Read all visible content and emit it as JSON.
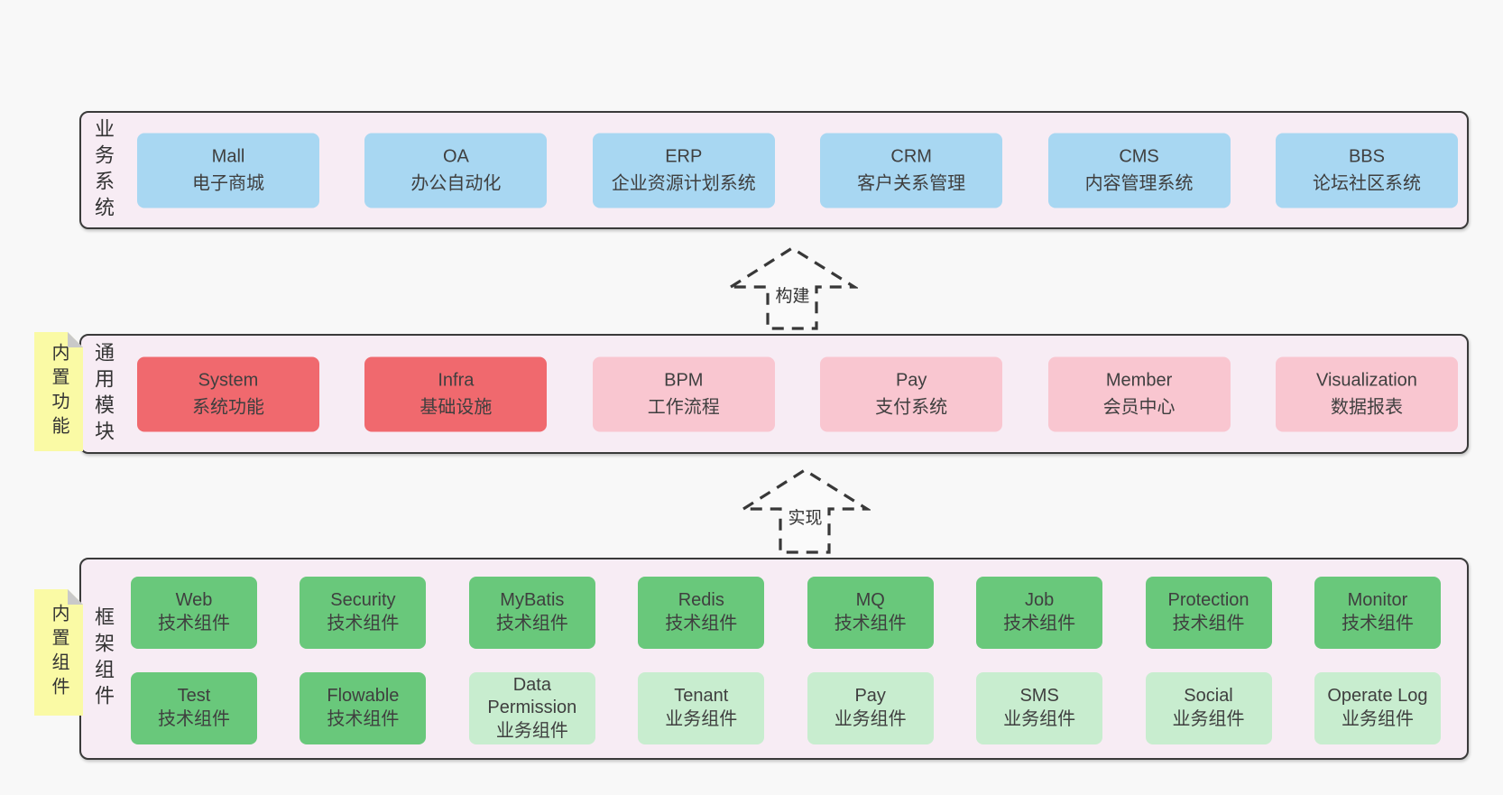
{
  "colors": {
    "page_bg": "#f8f8f8",
    "band_bg": "#f7ecf4",
    "band_border": "#3a3a3a",
    "box_text": "#3f3f3f",
    "blue": "#a8d7f2",
    "red": "#f0696e",
    "pink": "#f9c6d0",
    "green": "#69c87b",
    "green_light": "#c8edcf",
    "sticky_yellow": "#fafaa5",
    "sticky_fold": "#c9c9c9"
  },
  "arrows": [
    {
      "label": "构建"
    },
    {
      "label": "实现"
    }
  ],
  "bands": [
    {
      "label": "业务系统",
      "boxes": [
        {
          "title": "Mall",
          "subtitle": "电子商城",
          "color": "blue"
        },
        {
          "title": "OA",
          "subtitle": "办公自动化",
          "color": "blue"
        },
        {
          "title": "ERP",
          "subtitle": "企业资源计划系统",
          "color": "blue"
        },
        {
          "title": "CRM",
          "subtitle": "客户关系管理",
          "color": "blue"
        },
        {
          "title": "CMS",
          "subtitle": "内容管理系统",
          "color": "blue"
        },
        {
          "title": "BBS",
          "subtitle": "论坛社区系统",
          "color": "blue"
        }
      ]
    },
    {
      "label": "通用模块",
      "sticky": "内置功能",
      "boxes": [
        {
          "title": "System",
          "subtitle": "系统功能",
          "color": "red"
        },
        {
          "title": "Infra",
          "subtitle": "基础设施",
          "color": "red"
        },
        {
          "title": "BPM",
          "subtitle": "工作流程",
          "color": "pink"
        },
        {
          "title": "Pay",
          "subtitle": "支付系统",
          "color": "pink"
        },
        {
          "title": "Member",
          "subtitle": "会员中心",
          "color": "pink"
        },
        {
          "title": "Visualization",
          "subtitle": "数据报表",
          "color": "pink"
        }
      ]
    },
    {
      "label": "框架组件",
      "sticky": "内置组件",
      "rows": [
        [
          {
            "title": "Web",
            "subtitle": "技术组件",
            "color": "green"
          },
          {
            "title": "Security",
            "subtitle": "技术组件",
            "color": "green"
          },
          {
            "title": "MyBatis",
            "subtitle": "技术组件",
            "color": "green"
          },
          {
            "title": "Redis",
            "subtitle": "技术组件",
            "color": "green"
          },
          {
            "title": "MQ",
            "subtitle": "技术组件",
            "color": "green"
          },
          {
            "title": "Job",
            "subtitle": "技术组件",
            "color": "green"
          },
          {
            "title": "Protection",
            "subtitle": "技术组件",
            "color": "green"
          },
          {
            "title": "Monitor",
            "subtitle": "技术组件",
            "color": "green"
          }
        ],
        [
          {
            "title": "Test",
            "subtitle": "技术组件",
            "color": "green"
          },
          {
            "title": "Flowable",
            "subtitle": "技术组件",
            "color": "green"
          },
          {
            "title": "Data Permission",
            "subtitle": "业务组件",
            "color": "green-light"
          },
          {
            "title": "Tenant",
            "subtitle": "业务组件",
            "color": "green-light"
          },
          {
            "title": "Pay",
            "subtitle": "业务组件",
            "color": "green-light"
          },
          {
            "title": "SMS",
            "subtitle": "业务组件",
            "color": "green-light"
          },
          {
            "title": "Social",
            "subtitle": "业务组件",
            "color": "green-light"
          },
          {
            "title": "Operate Log",
            "subtitle": "业务组件",
            "color": "green-light"
          }
        ]
      ]
    }
  ]
}
